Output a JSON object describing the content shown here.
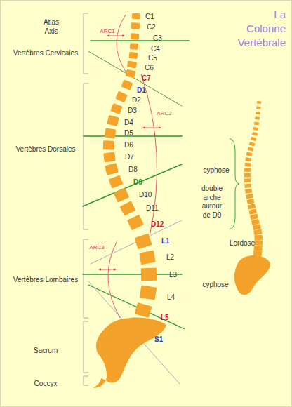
{
  "diagram": {
    "title": "La Colonne Vertébrale",
    "labels": [
      "Atlas",
      "Axis",
      "Vertèbres Cervicales",
      "Vertèbres Dorsales",
      "Vertèbres Lombaires",
      "Sacrum",
      "Coccyx",
      "C1",
      "C2",
      "C3",
      "C4",
      "C5",
      "C6",
      "C7",
      "D1",
      "D2",
      "D3",
      "D4",
      "D5",
      "D6",
      "D7",
      "D8",
      "D9",
      "D10",
      "D11",
      "D12",
      "L1",
      "L2",
      "L3",
      "L4",
      "L5",
      "S1",
      "ARC1",
      "ARC2",
      "ARC3",
      "cyphose",
      "double arche autour de D9",
      "Lordose",
      "cyphose"
    ]
  }
}
